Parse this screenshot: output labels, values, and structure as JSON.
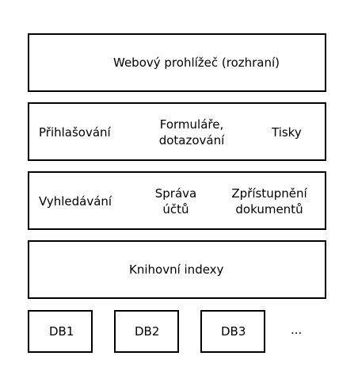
{
  "layers": {
    "browser": {
      "label": "Webový prohlížeč (rozhraní)"
    },
    "app_top": {
      "items": [
        {
          "label": "Přihlašování"
        },
        {
          "label": "Formuláře, dotazování"
        },
        {
          "label": "Tisky"
        }
      ]
    },
    "app_mid": {
      "items": [
        {
          "label": "Vyhledávání"
        },
        {
          "label": "Správa účtů"
        },
        {
          "label": "Zpřístupnění dokumentů"
        }
      ]
    },
    "indexes": {
      "label": "Knihovní indexy"
    },
    "databases": {
      "items": [
        {
          "label": "DB1"
        },
        {
          "label": "DB2"
        },
        {
          "label": "DB3"
        }
      ],
      "more": "..."
    }
  }
}
